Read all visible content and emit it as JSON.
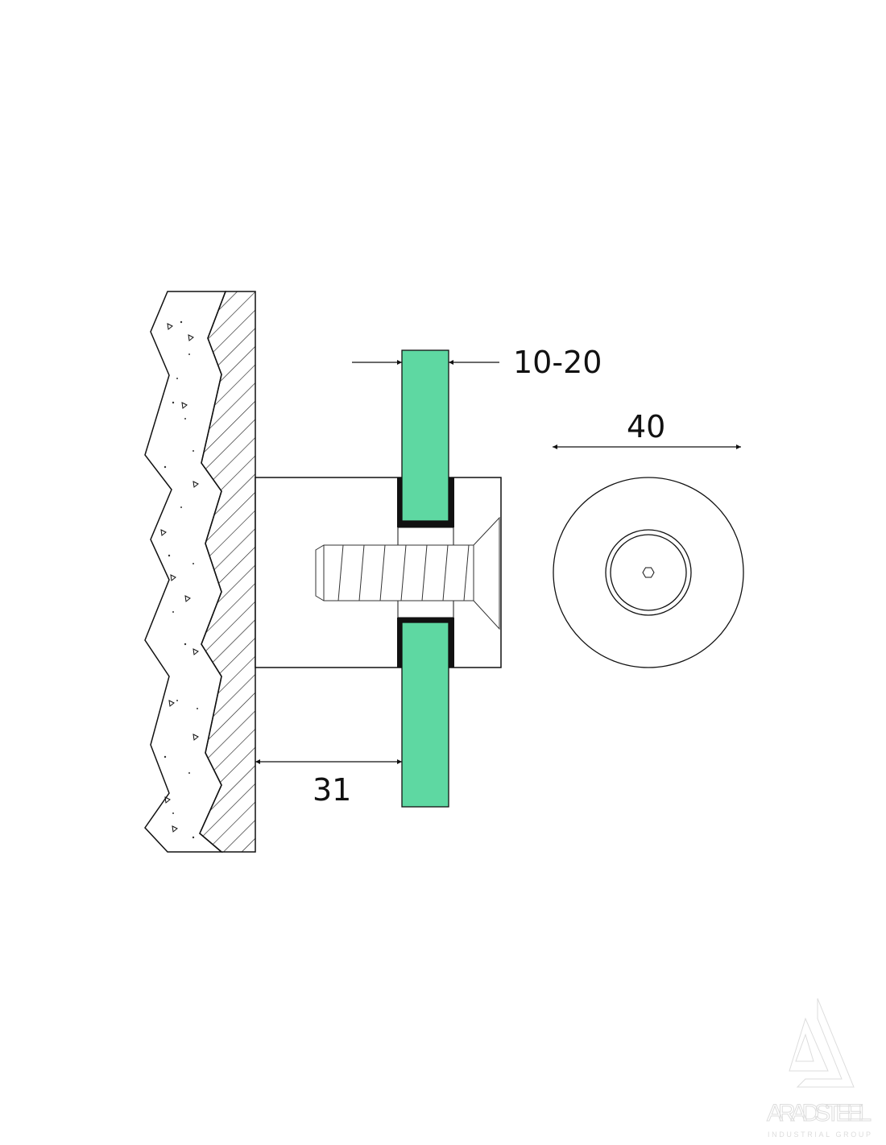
{
  "diagram": {
    "dimensions": {
      "glass_thickness": "10-20",
      "cap_diameter": "40",
      "wall_offset": "31"
    },
    "colors": {
      "glass": "#5ed8a2",
      "gasket": "#111111",
      "line": "#111111"
    }
  },
  "logo": {
    "name": "ARADSTEEL",
    "tagline": "INDUSTRIAL GROUP"
  }
}
